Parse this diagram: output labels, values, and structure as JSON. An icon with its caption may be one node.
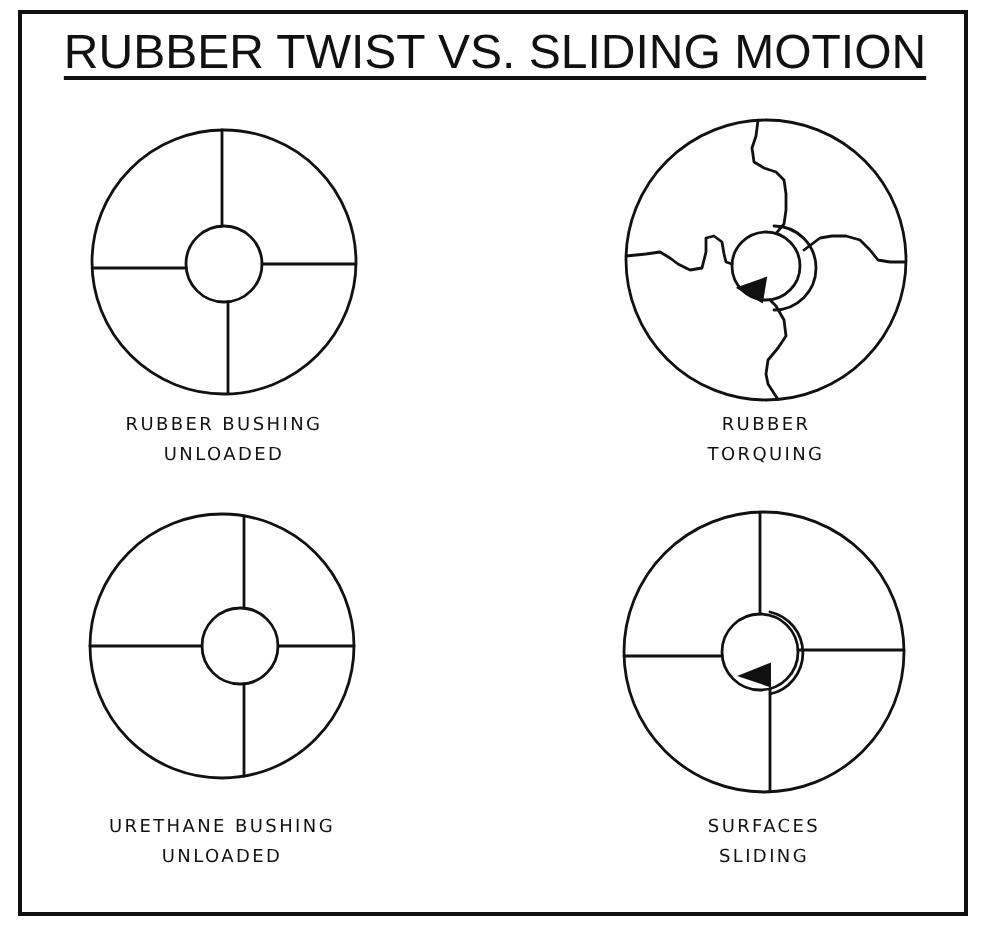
{
  "diagram": {
    "title": "RUBBER TWIST VS. SLIDING MOTION",
    "labels": [
      "RUBBER BUSHING UNLOADED",
      "RUBBER TORQUING",
      "URETHANE BUSHING UNLOADED",
      "SURFACES SLIDING"
    ]
  }
}
